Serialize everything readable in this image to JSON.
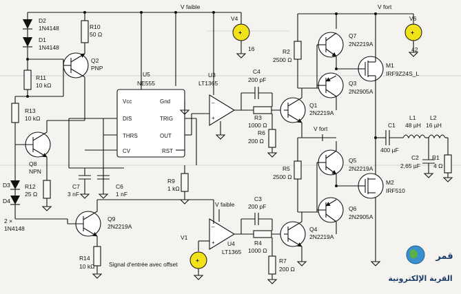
{
  "rails": {
    "v_faible_top": "V faible",
    "v_fort_top": "V fort",
    "v_fort_mid": "V fort",
    "v_faible_bottom": "V faible"
  },
  "sources": {
    "v4": {
      "name": "V4",
      "value": "16"
    },
    "v6": {
      "name": "V6",
      "value": "42"
    },
    "v1": {
      "name": "V1"
    }
  },
  "ic": {
    "name": "U5",
    "part": "NE555",
    "pins": [
      "Vcc",
      "Gnd",
      "DIS",
      "TRIG",
      "THRS",
      "OUT",
      "CV",
      "RST"
    ]
  },
  "opamps": {
    "u3": {
      "name": "U3",
      "part": "LT1365"
    },
    "u4": {
      "name": "U4",
      "part": "LT1365"
    }
  },
  "parts": {
    "d2": {
      "name": "D2",
      "value": "1N4148"
    },
    "d1": {
      "name": "D1",
      "value": "1N4148"
    },
    "r10": {
      "name": "R10",
      "value": "50 Ω"
    },
    "q2": {
      "name": "Q2",
      "value": "PNP"
    },
    "r11": {
      "name": "R11",
      "value": "10 kΩ"
    },
    "r13": {
      "name": "R13",
      "value": "10 kΩ"
    },
    "q8": {
      "name": "Q8",
      "value": "NPN"
    },
    "d3": {
      "name": "D3"
    },
    "d4": {
      "name": "D4"
    },
    "d34": {
      "count": "2 ×",
      "value": "1N4148"
    },
    "r12": {
      "name": "R12",
      "value": "25 Ω"
    },
    "c7": {
      "name": "C7",
      "value": "3 nF"
    },
    "c6": {
      "name": "C6",
      "value": "1 nF"
    },
    "r9": {
      "name": "R9",
      "value": "1 kΩ"
    },
    "q9": {
      "name": "Q9",
      "value": "2N2219A"
    },
    "r14": {
      "name": "R14",
      "value": "10 kΩ"
    },
    "c4": {
      "name": "C4",
      "value": "200 pF"
    },
    "r3": {
      "name": "R3",
      "value": "1000 Ω"
    },
    "r6": {
      "name": "R6",
      "value": "200 Ω"
    },
    "c3": {
      "name": "C3",
      "value": "200 pF"
    },
    "r4": {
      "name": "R4",
      "value": "1000 Ω"
    },
    "r7": {
      "name": "R7",
      "value": "200 Ω"
    },
    "r2": {
      "name": "R2",
      "value": "2500 Ω"
    },
    "r5": {
      "name": "R5",
      "value": "2500 Ω"
    },
    "q1": {
      "name": "Q1",
      "value": "2N2219A"
    },
    "q4": {
      "name": "Q4",
      "value": "2N2219A"
    },
    "q7": {
      "name": "Q7",
      "value": "2N2219A"
    },
    "q3": {
      "name": "Q3",
      "value": "2N2905A"
    },
    "q5": {
      "name": "Q5",
      "value": "2N2219A"
    },
    "q6": {
      "name": "Q6",
      "value": "2N2905A"
    },
    "m1": {
      "name": "M1",
      "value": "IRF9Z24S_L"
    },
    "m2": {
      "name": "M2",
      "value": "IRF510"
    },
    "c1": {
      "name": "C1",
      "value": "400 µF"
    },
    "l1": {
      "name": "L1",
      "value": "48 µH"
    },
    "l2": {
      "name": "L2",
      "value": "16 µH"
    },
    "c2": {
      "name": "C2",
      "value": "2,65 µF"
    },
    "r1": {
      "name": "R1",
      "value": "4 Ω"
    }
  },
  "input_label": "Signal d'entrée avec offset",
  "watermark": "القرية الإلكترونية"
}
